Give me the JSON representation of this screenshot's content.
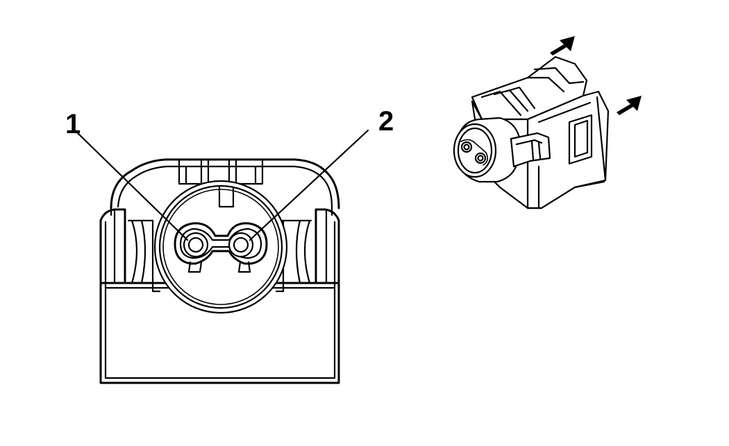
{
  "diagram": {
    "pin_labels": [
      {
        "id": "pin-1",
        "text": "1"
      },
      {
        "id": "pin-2",
        "text": "2"
      }
    ],
    "colors": {
      "line": "#000000",
      "background": "#ffffff"
    },
    "icons": {
      "arrows": "release-direction-arrow-icon",
      "front_view": "connector-front-view",
      "iso_view": "connector-isometric-view"
    }
  }
}
